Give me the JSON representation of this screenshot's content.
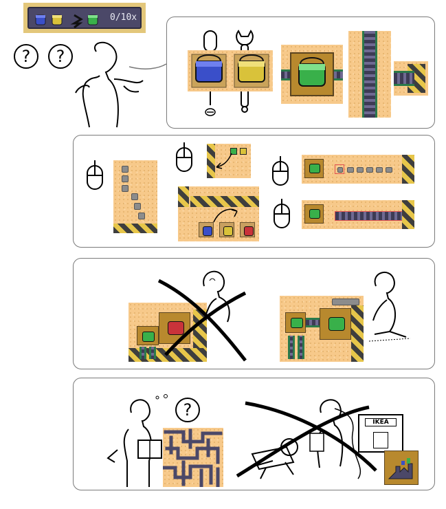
{
  "hud": {
    "counter_text": "0/10x",
    "buckets": [
      {
        "color": "#3a4fc9",
        "name": "blue-bucket-icon"
      },
      {
        "color": "#d9c23a",
        "name": "yellow-bucket-icon"
      },
      {
        "color": "#39b04a",
        "name": "green-bucket-icon"
      }
    ]
  },
  "question_marks": [
    "?",
    "?",
    "?"
  ],
  "store_sign": "IKEA",
  "colors": {
    "blue": "#3a4fc9",
    "yellow": "#d9c23a",
    "green": "#39b04a",
    "red": "#c9333a",
    "sand": "#f7c98a",
    "conveyor": "#4b4868",
    "conveyor_edge": "#2b7a4b",
    "hazard_dark": "#3e3e3e",
    "hazard_light": "#e7c64a",
    "panel_border": "#7a7a7a"
  },
  "icons": [
    "mouse-icon",
    "wrench-icon",
    "screwdriver-icon",
    "bucket-icon",
    "factory-icon",
    "question-mark-icon",
    "crossed-out-mark"
  ]
}
